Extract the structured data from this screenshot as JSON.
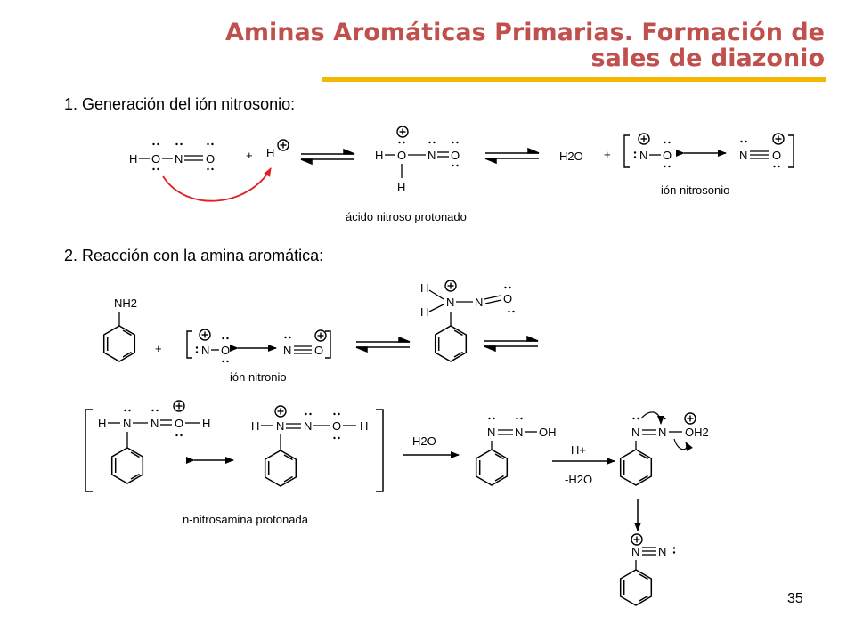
{
  "slide": {
    "title_line1": "Aminas Aromáticas Primarias. Formación de",
    "title_line2": "sales de diazonio",
    "step1": "1. Generación del ión nitrosonio:",
    "step2": "2. Reacción con la amina aromática:",
    "page_number": "35"
  },
  "labels": {
    "protonated_nitrous_acid": "ácido nitroso protonado",
    "nitrosonium_ion": "ión nitrosonio",
    "nitronium_ion": "ión nitronio",
    "protonated_nitrosamine": "n-nitrosamina protonada"
  },
  "atoms": {
    "H": "H",
    "O": "O",
    "N": "N",
    "plus": "+",
    "H2O": "H2O",
    "NH2": "NH2",
    "OH": "OH",
    "OH2": "OH2",
    "H_plus": "H+",
    "minus_H2O": "-H2O"
  },
  "colors": {
    "title": "#c0504d",
    "underline": "#f5b800",
    "curved_arrow": "#e02020"
  }
}
